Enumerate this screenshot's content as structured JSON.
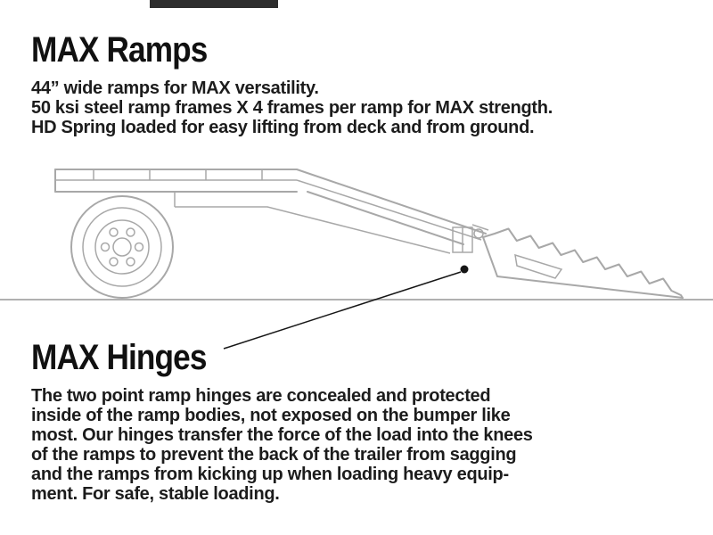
{
  "ramps_section": {
    "title": "MAX Ramps",
    "lines": [
      "44” wide ramps for MAX versatility.",
      "50 ksi steel ramp frames X 4 frames per ramp for MAX strength.",
      "HD Spring loaded for easy lifting from deck and from ground."
    ]
  },
  "hinges_section": {
    "title": "MAX Hinges",
    "lines": [
      "The two point ramp hinges are concealed and protected",
      "inside of the ramp bodies, not exposed on the bumper like",
      "most. Our hinges transfer the force of the load into the knees",
      "of the ramps to prevent the back of the trailer from sagging",
      "and the ramps from kicking up when loading heavy equip-",
      "ment. For safe, stable loading."
    ]
  },
  "illustration": {
    "description": "Side-view line drawing of a trailer with wheel, beavertail deck, hinge and serrated spring-loaded loading ramp resting on the ground",
    "line_color": "#a8a8a8",
    "ground_color": "#b0b0b0",
    "callout_color": "#161616",
    "text_color": "#1c1c1c"
  }
}
